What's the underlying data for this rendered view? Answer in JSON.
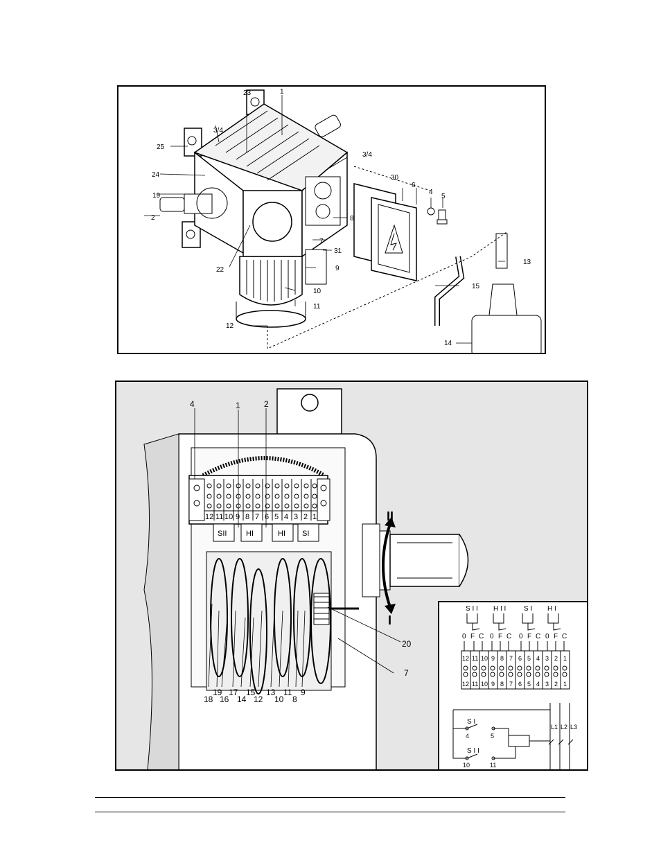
{
  "figure1": {
    "callouts": [
      "23",
      "1",
      "3/4",
      "25",
      "3/4",
      "24",
      "30",
      "6",
      "4",
      "5",
      "19",
      "2",
      "8",
      "7",
      "31",
      "13",
      "22",
      "9",
      "15",
      "10",
      "11",
      "12",
      "14"
    ]
  },
  "figure2": {
    "callouts": [
      "4",
      "1",
      "2",
      "20",
      "7",
      "18",
      "19",
      "16",
      "17",
      "14",
      "15",
      "12",
      "13",
      "10",
      "11",
      "8",
      "9"
    ],
    "terminal_numbers": [
      "12",
      "11",
      "10",
      "9",
      "8",
      "7",
      "6",
      "5",
      "4",
      "3",
      "2",
      "1"
    ],
    "switch_labels": [
      "SII",
      "HI",
      "HI",
      "SI"
    ],
    "direction_marks": [
      "II",
      "I"
    ],
    "inset": {
      "switch_groups": [
        "S I I",
        "H I I",
        "S I",
        "H I"
      ],
      "contact_letters": [
        "0",
        "F",
        "C",
        "0",
        "F",
        "C",
        "0",
        "F",
        "C",
        "0",
        "F",
        "C"
      ],
      "terminal_numbers": [
        "12",
        "11",
        "10",
        "9",
        "8",
        "7",
        "6",
        "5",
        "4",
        "3",
        "2",
        "1"
      ],
      "circuit": {
        "switch_top": "S I",
        "switch_bottom": "S I I",
        "top_terminals": [
          "4",
          "5"
        ],
        "bottom_terminals": [
          "10",
          "11"
        ],
        "phases": [
          "L1",
          "L2",
          "L3"
        ]
      }
    }
  }
}
